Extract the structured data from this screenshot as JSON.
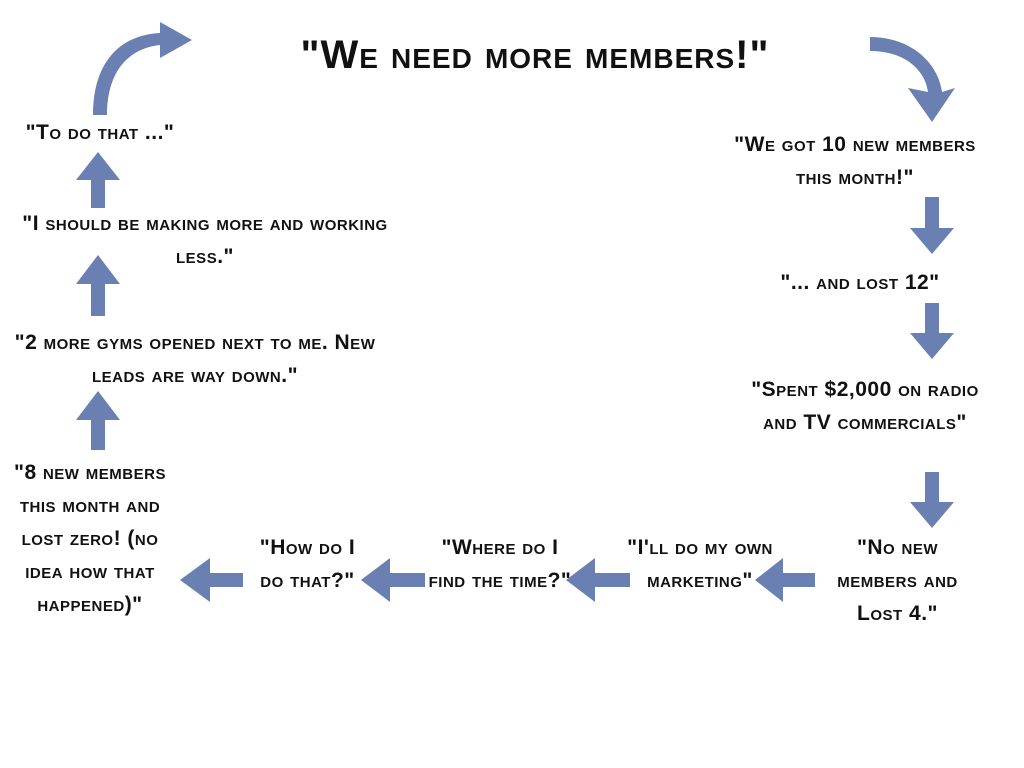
{
  "title": "\"We need  more members!\"",
  "steps": [
    "\"We got 10 new members this month!\"",
    "\"... and lost 12\"",
    "\"Spent $2,000 on radio and TV commercials\"",
    "\"No new members and Lost 4.\"",
    "\"I'll do my own marketing\"",
    "\"Where do I find the time?\"",
    "\"How do I do that?\"",
    "\"8 new members this month and lost zero! (no idea how that happened)\"",
    "\"2 more gyms opened next to me. New leads are way down.\"",
    "\"I should be making more and working less.\"",
    "\"To do that ...\""
  ],
  "colors": {
    "arrow": "#6a80b3",
    "text": "#111111"
  }
}
